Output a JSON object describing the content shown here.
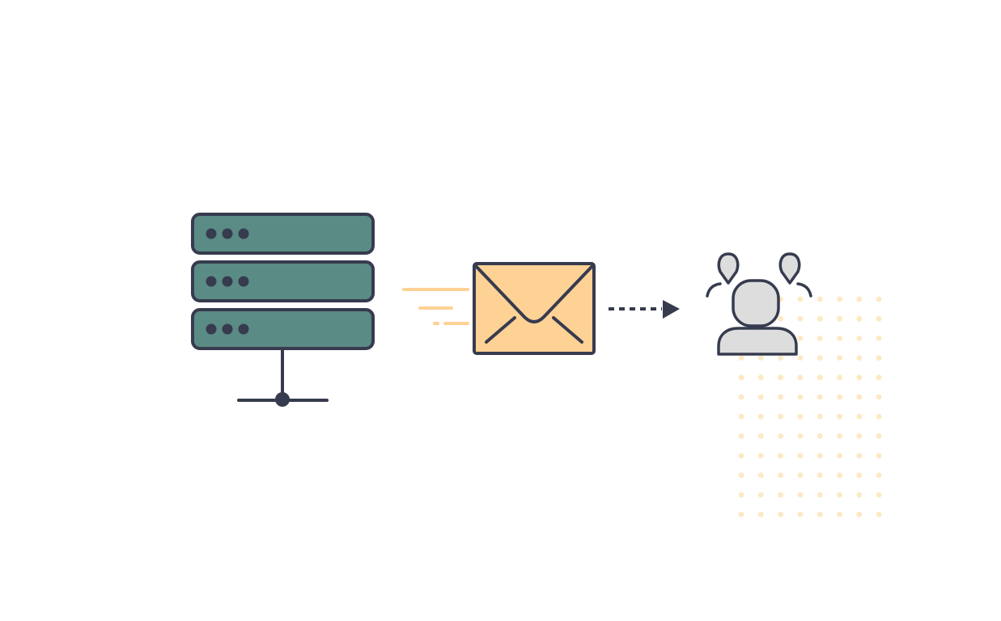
{
  "diagram": {
    "flow": [
      "server-rack-icon",
      "envelope-icon",
      "recipients-group-icon"
    ],
    "server": {
      "icon": "server-rack-icon",
      "units": 3,
      "leds_per_unit": 3
    },
    "message": {
      "icon": "envelope-icon",
      "motion": "speed-lines"
    },
    "connector": {
      "style": "dotted-arrow"
    },
    "recipients": {
      "icon": "user-group-icon",
      "count": 3
    },
    "background_pattern": {
      "type": "dot-grid",
      "rows": 12,
      "cols": 8
    }
  },
  "colors": {
    "outline": "#363b4e",
    "server_fill": "#5a8b84",
    "envelope_fill": "#fed195",
    "speed_lines": "#fed195",
    "dot_grid": "#fde9c4",
    "user_fill": "#dddddd",
    "background": "#ffffff"
  }
}
